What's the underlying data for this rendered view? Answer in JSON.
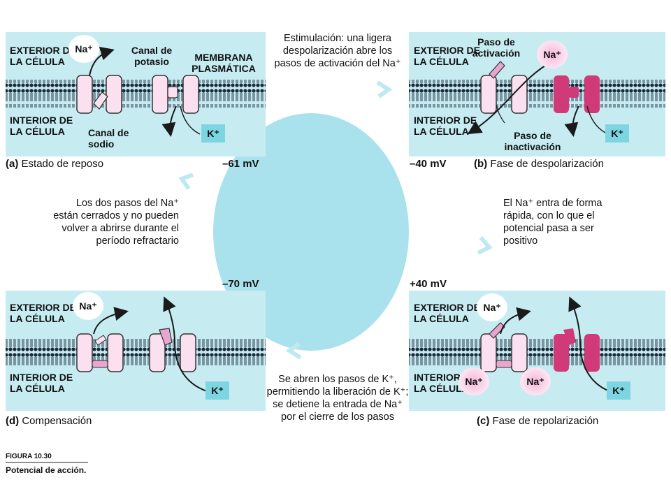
{
  "colors": {
    "panel_bg": "#c6ecf2",
    "circle_bg": "#a9e2ec",
    "channel_pink": "#e8a5cf",
    "channel_magenta": "#d13a78",
    "k_box": "#7ed5e2"
  },
  "center": {
    "text_top": "Estimulación: una ligera despolarización abre los pasos de activación del Na⁺",
    "text_left": "Los dos pasos del Na⁺ están cerrados y no pueden volver a abrirse durante el período refractario",
    "text_right": "El Na⁺ entra de forma rápida, con lo que el potencial pasa a ser positivo",
    "text_bottom": "Se abren los pasos de K⁺, permitiendo la liberación de K⁺; se detiene la entrada de Na⁺ por el cierre de los pasos",
    "mv_a": "–61 mV",
    "mv_b": "–40 mV",
    "mv_d": "–70 mV",
    "mv_c": "+40 mV"
  },
  "panels": {
    "a": {
      "exterior": "EXTERIOR DE LA CÉLULA",
      "interior": "INTERIOR DE LA CÉLULA",
      "na": "Na⁺",
      "k": "K⁺",
      "label_potasio": "Canal de potasio",
      "label_membrana": "MEMBRANA PLASMÁTICA",
      "label_sodio": "Canal de sodio",
      "caption_letter": "(a)",
      "caption": "Estado de reposo"
    },
    "b": {
      "exterior": "EXTERIOR DE LA CÉLULA",
      "interior": "INTERIOR DE LA CÉLULA",
      "na": "Na⁺",
      "k": "K⁺",
      "label_activacion": "Paso de activación",
      "label_inactivacion": "Paso de inactivación",
      "caption_letter": "(b)",
      "caption": "Fase de despolarización"
    },
    "d": {
      "exterior": "EXTERIOR DE LA CÉLULA",
      "interior": "INTERIOR DE LA CÉLULA",
      "na": "Na⁺",
      "k": "K⁺",
      "caption_letter": "(d)",
      "caption": "Compensación"
    },
    "c": {
      "exterior": "EXTERIOR DE LA CÉLULA",
      "interior": "INTERIOR DE LA CÉLULA",
      "na_top": "Na⁺",
      "na_in_1": "Na⁺",
      "na_in_2": "Na⁺",
      "k": "K⁺",
      "caption_letter": "(c)",
      "caption": "Fase de repolarización"
    }
  },
  "figure": {
    "label": "FIGURA 10.30",
    "title": "Potencial de acción."
  }
}
